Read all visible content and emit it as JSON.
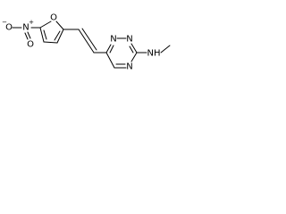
{
  "structure": {
    "atoms": {
      "nitro_o_left": "O",
      "nitro_o_left_charge": "−",
      "nitro_n": "N",
      "nitro_n_charge": "+",
      "nitro_o_bottom": "O",
      "furan_o": "O",
      "triazine_n1": "N",
      "triazine_n2": "N",
      "triazine_n4": "N",
      "amine_nh": "NH"
    }
  }
}
